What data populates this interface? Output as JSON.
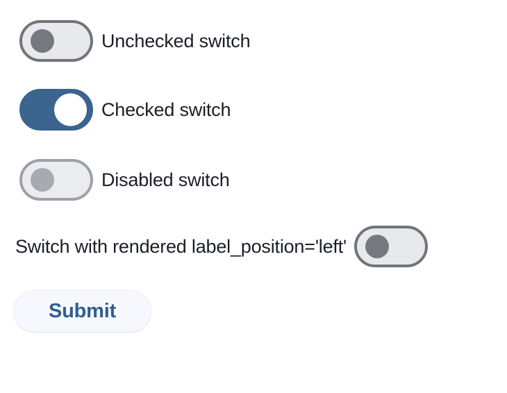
{
  "page": {
    "background": "#ffffff"
  },
  "switches": [
    {
      "label": "Unchecked switch",
      "checked": false,
      "disabled": false,
      "label_position": "right"
    },
    {
      "label": "Checked switch",
      "checked": true,
      "disabled": false,
      "label_position": "right"
    },
    {
      "label": "Disabled switch",
      "checked": false,
      "disabled": true,
      "label_position": "right"
    },
    {
      "label": "Switch with rendered label_position='left'",
      "checked": false,
      "disabled": false,
      "label_position": "left"
    }
  ],
  "submit_button": {
    "label": "Submit"
  },
  "colors": {
    "checked_track": "#3b648f",
    "unchecked_track": "#e8e9ed",
    "unchecked_border": "#70747b",
    "unchecked_thumb": "#75797f",
    "checked_thumb": "#ffffff",
    "disabled_border": "#9da1a8",
    "disabled_thumb": "#a7aab1",
    "label_text": "#1b1e28",
    "button_text": "#2f5e92",
    "button_background": "#f7f8fd"
  }
}
